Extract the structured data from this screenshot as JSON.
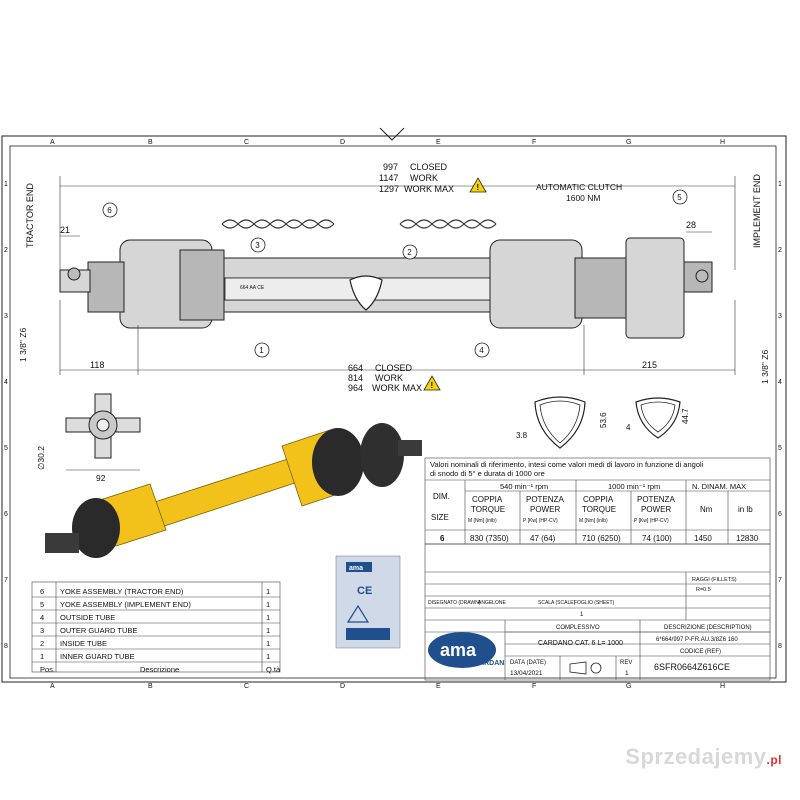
{
  "grid": {
    "columns": [
      "A",
      "B",
      "C",
      "D",
      "E",
      "F",
      "G",
      "H"
    ],
    "rows": [
      "1",
      "2",
      "3",
      "4",
      "5",
      "6",
      "7",
      "8"
    ]
  },
  "drawing": {
    "side_left": "TRACTOR END",
    "side_right": "IMPLEMENT END",
    "dims_top": {
      "closed": "997",
      "closed_lbl": "CLOSED",
      "work": "1147",
      "work_lbl": "WORK",
      "workmax": "1297",
      "workmax_lbl": "WORK MAX"
    },
    "dims_bottom": {
      "closed": "664",
      "closed_lbl": "CLOSED",
      "work": "814",
      "work_lbl": "WORK",
      "workmax": "964",
      "workmax_lbl": "WORK MAX"
    },
    "clutch_label": "AUTOMATIC CLUTCH",
    "clutch_value": "1600 NM",
    "dim_21": "21",
    "dim_28": "28",
    "dim_118": "118",
    "dim_215": "215",
    "spline_left": "1 3/8\" Z6",
    "spline_right": "1 3/8\" Z6",
    "callouts": [
      "1",
      "2",
      "3",
      "4",
      "5",
      "6"
    ],
    "tube_inner_a": "3.8",
    "tube_inner_b": "53.6",
    "tube_outer_a": "4",
    "tube_outer_b": "44.7",
    "cross_diam": "∅30.2",
    "cross_width": "92",
    "shaft_mark": "664 AA CE"
  },
  "ratings": {
    "title": "Valori nominali di riferimento, intesi come valori medi di lavoro in funzione di angoli",
    "title2": "di snodo di 5° e durata  di 1000 ore",
    "rpm540": "540 min⁻¹ rpm",
    "rpm1000": "1000 min⁻¹ rpm",
    "n_dinam": "N. DINAM. MAX",
    "dim": "DIM.",
    "size": "SIZE",
    "coppia": "COPPIA",
    "torque": "TORQUE",
    "torque_unit": "M [Nm] (inlb)",
    "potenza": "POTENZA",
    "power": "POWER",
    "power_unit": "P [Kw] (HP-CV)",
    "nm": "Nm",
    "inlb": "in lb",
    "row": [
      "6",
      "830 (7350)",
      "47 (64)",
      "710 (6250)",
      "74 (100)",
      "1450",
      "12830"
    ]
  },
  "title_block": {
    "designer_lbl": "DISEGNATO (DRAWN)",
    "designer": "ANGELONE",
    "scale_lbl": "SCALA (SCALE)",
    "sheet_lbl": "FOGLIO (SHEET)",
    "sheet": "1",
    "complessivo": "COMPLESSIVO",
    "product": "CARDANO CAT. 6 L= 1000",
    "desc_lbl": "DESCRIZIONE (DESCRIPTION)",
    "desc": "6*664/997 P-FR.AU.3/8Z6 160",
    "code_lbl": "CODICE (REF)",
    "code": "6SFR0664Z616CE",
    "date_lbl": "DATA (DATE)",
    "date": "13/04/2021",
    "rev_lbl": "REV",
    "rev": "1",
    "raggi": "RAGGI (FILLETS)",
    "raggi_val": "R=0.5",
    "logo": "ama",
    "logo_sub": "CARDAN",
    "label_logo": "ama"
  },
  "bom": {
    "rows": [
      {
        "pos": "6",
        "desc": "YOKE ASSEMBLY (TRACTOR END)",
        "qty": "1"
      },
      {
        "pos": "5",
        "desc": "YOKE ASSEMBLY (IMPLEMENT END)",
        "qty": "1"
      },
      {
        "pos": "4",
        "desc": "OUTSIDE TUBE",
        "qty": "1"
      },
      {
        "pos": "3",
        "desc": "OUTER GUARD TUBE",
        "qty": "1"
      },
      {
        "pos": "2",
        "desc": "INSIDE TUBE",
        "qty": "1"
      },
      {
        "pos": "1",
        "desc": "INNER GUARD TUBE",
        "qty": "1"
      }
    ],
    "header": {
      "pos": "Pos.",
      "desc": "Descrizione",
      "qty": "Q.tà"
    }
  },
  "watermark": {
    "text": "Sprzedajemy",
    "suffix": ".pl"
  },
  "colors": {
    "guard_yellow": "#f2c21b",
    "guard_black": "#2a2a2a",
    "logo_blue": "#1f4f8c",
    "warning_yellow": "#f5d20a"
  }
}
